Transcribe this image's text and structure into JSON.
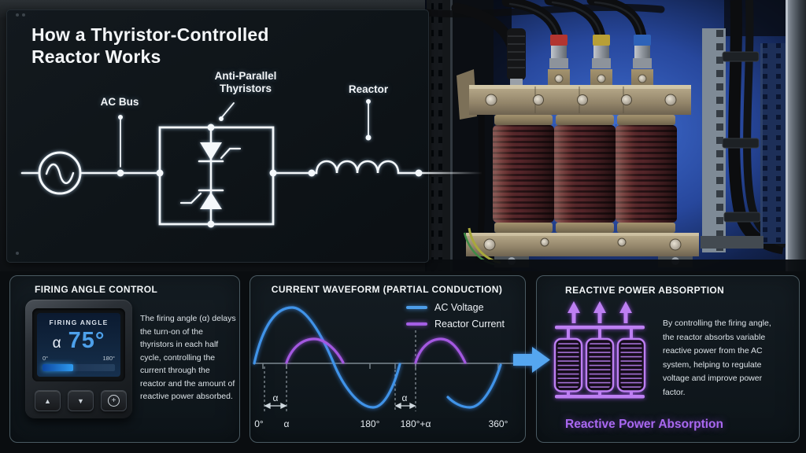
{
  "header": {
    "title_line1": "How a Thyristor-Controlled",
    "title_line2": "Reactor Works"
  },
  "circuit": {
    "ac_bus_label": "AC Bus",
    "thyristors_label_line1": "Anti-Parallel",
    "thyristors_label_line2": "Thyristors",
    "reactor_label": "Reactor"
  },
  "panels": {
    "firing": {
      "title": "FIRING ANGLE CONTROL",
      "device": {
        "screen_title": "FIRING ANGLE",
        "alpha_symbol": "α",
        "angle_value": "75°",
        "scale_min": "0°",
        "scale_max": "180°",
        "progress_percent": 42,
        "buttons": {
          "up": "▲",
          "down": "▼",
          "select": "+"
        }
      },
      "description": "The firing angle (α) delays the turn-on of the thyristors in each half cycle, controlling the current through the reactor and the amount of reactive power absorbed."
    },
    "waveform": {
      "title": "CURRENT WAVEFORM (PARTIAL CONDUCTION)",
      "alpha_label": "α",
      "legend": [
        {
          "label": "AC Voltage",
          "color": "#4d9de8"
        },
        {
          "label": "Reactor Current",
          "color": "#a45ee5"
        }
      ]
    },
    "reactive": {
      "title": "REACTIVE POWER ABSORPTION",
      "description": "By controlling the firing angle, the reactor absorbs variable reactive power from the AC system, helping to regulate voltage and improve power factor.",
      "caption": "Reactive Power Absorption"
    }
  },
  "chart_data": {
    "type": "line",
    "title": "CURRENT WAVEFORM (PARTIAL CONDUCTION)",
    "x_axis": {
      "unit": "electrical degrees",
      "tick_labels": [
        "0°",
        "α",
        "180°",
        "180°+α",
        "360°"
      ],
      "tick_positions_deg": [
        0,
        75,
        180,
        255,
        360
      ]
    },
    "firing_angle_alpha_deg": 75,
    "grid": false,
    "legend_position": "top-right",
    "annotations": [
      {
        "label": "α",
        "span_deg": [
          0,
          75
        ]
      },
      {
        "label": "α",
        "span_deg": [
          180,
          255
        ]
      }
    ],
    "series": [
      {
        "name": "AC Voltage",
        "color": "#4d9de8",
        "x_deg": [
          0,
          45,
          90,
          135,
          180,
          225,
          270,
          315,
          360
        ],
        "y": [
          0,
          0.71,
          1,
          0.71,
          0,
          -0.71,
          -1,
          -0.71,
          0
        ]
      },
      {
        "name": "Reactor Current",
        "color": "#a45ee5",
        "x_deg": [
          0,
          75,
          105,
          128,
          150,
          180,
          255,
          285,
          308,
          330,
          360
        ],
        "y": [
          0,
          0,
          0.32,
          0.45,
          0.32,
          0,
          0,
          0.32,
          0.45,
          0.32,
          0
        ],
        "note": "conducts only from α to 180° and from 180°+α to 360°; drawn as positive humps"
      }
    ]
  },
  "colors": {
    "accent_blue": "#4d9de8",
    "accent_purple": "#a45ee5",
    "circuit_white": "#f4f8fb",
    "panel_border": "#4a5a62",
    "screen_value_blue": "#4da0ea",
    "photo_glow_blue": "#3f6dd0",
    "coil_maroon": "#542529"
  }
}
